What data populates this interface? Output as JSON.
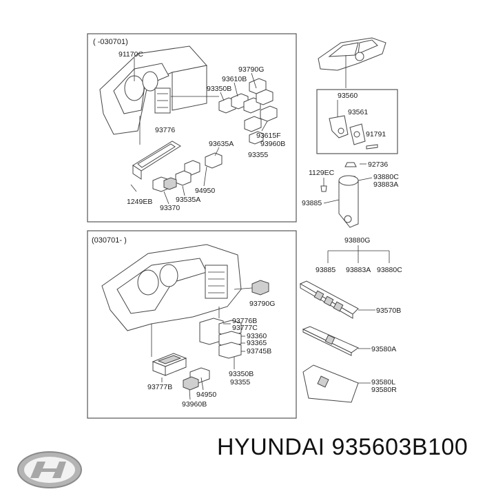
{
  "top_panel": {
    "range": "( -030701)",
    "labels": {
      "p91170C": "91170C",
      "p93790G": "93790G",
      "p93610B": "93610B",
      "p93350B": "93350B",
      "p93776": "93776",
      "p93635A": "93635A",
      "p93615F": "93615F",
      "p93960B": "93960B",
      "p93355": "93355",
      "p94950": "94950",
      "p1249EB": "1249EB",
      "p93535A": "93535A",
      "p93370": "93370"
    }
  },
  "bottom_panel": {
    "range": "(030701- )",
    "labels": {
      "p93790G": "93790G",
      "p93776B": "93776B",
      "p93777C": "93777C",
      "p93360": "93360",
      "p93365": "93365",
      "p93745B": "93745B",
      "p93350B": "93350B",
      "p93355": "93355",
      "p93777B": "93777B",
      "p94950": "94950",
      "p93960B": "93960B"
    }
  },
  "door_panel": {
    "labels": {
      "p93560": "93560",
      "p93561": "93561",
      "p91791": "91791",
      "p92736": "92736",
      "p1129EC": "1129EC",
      "p93880C": "93880C",
      "p93883A": "93883A",
      "p93885": "93885"
    }
  },
  "switch_column": {
    "labels": {
      "p93880G": "93880G",
      "p93885": "93885",
      "p93883A": "93883A",
      "p93880C": "93880C",
      "p93570B": "93570B",
      "p93580A": "93580A",
      "p93580L": "93580L",
      "p93580R": "93580R"
    }
  },
  "brand": {
    "logo_icon": "hyundai-logo-icon",
    "caption": "HYUNDAI 935603B100"
  }
}
